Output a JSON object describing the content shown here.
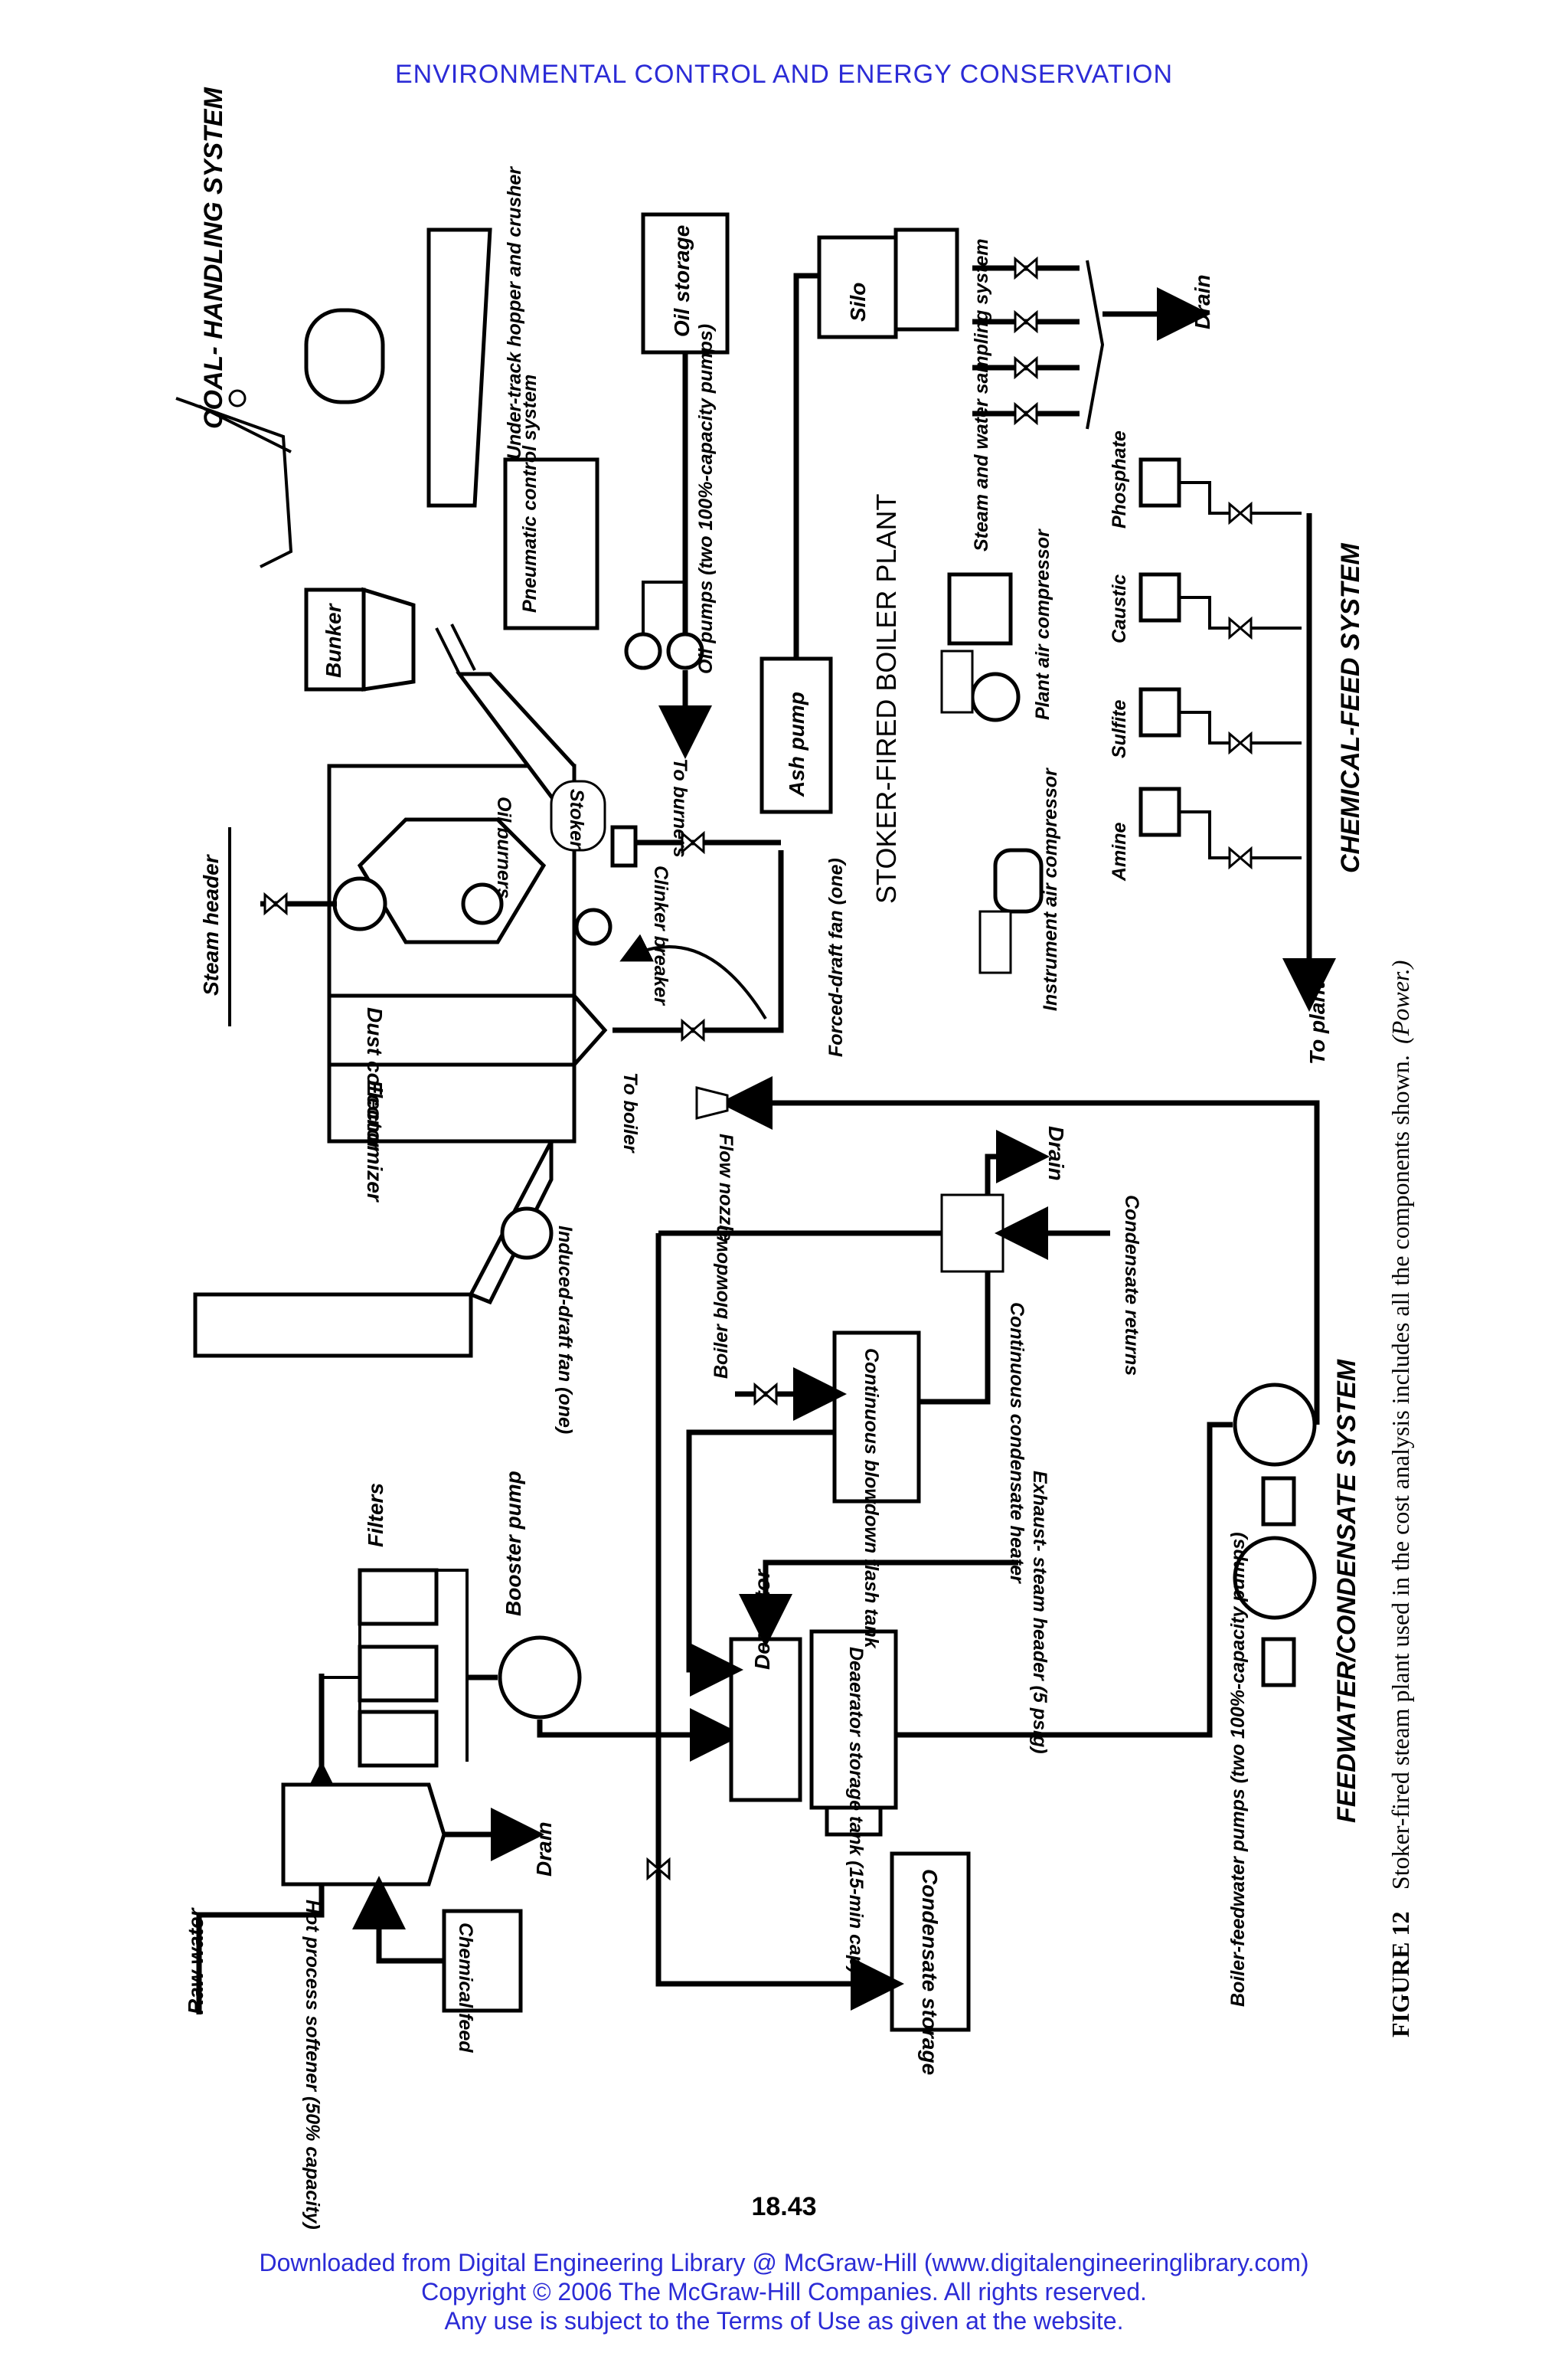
{
  "header": {
    "running_title": "ENVIRONMENTAL CONTROL AND ENERGY CONSERVATION"
  },
  "figure": {
    "label": "FIGURE 12",
    "caption_text": "Stoker-fired steam plant used in the cost analysis includes all the components shown.",
    "caption_source": "(Power.)",
    "sections": {
      "coal_handling": "COAL- HANDLING SYSTEM",
      "stoker_plant": "STOKER-FIRED BOILER PLANT",
      "chemical_feed": "CHEMICAL-FEED SYSTEM",
      "feedwater": "FEEDWATER/CONDENSATE SYSTEM"
    },
    "labels": {
      "raw_water": "Raw water",
      "hot_process_softener": "Hot process softener (50% capacity)",
      "chemical_feed": "Chemical feed",
      "drain_softener": "Drain",
      "filters": "Filters",
      "booster_pump": "Booster pump",
      "deaerator": "Deaerator",
      "deaerator_storage": "Deaerator storage tank (15-min cap)",
      "condensate_storage": "Condensate storage",
      "boiler_feedwater_pumps": "Boiler-feedwater pumps (two 100%-capacity pumps)",
      "exhaust_steam_header": "Exhaust- steam header (5 psig)",
      "blowdown_tank": "Continuous blowdown flash tank",
      "boiler_blowdown": "Boiler blowdown",
      "condensate_heater": "Continuous condensate heater",
      "condensate_returns": "Condensate returns",
      "drain_condensate": "Drain",
      "flow_nozzle": "Flow nozzle",
      "to_boiler": "To boiler",
      "induced_draft_fan": "Induced-draft fan (one)",
      "economizer": "Economizer",
      "dust_collector": "Dust collector",
      "steam_header": "Steam header",
      "oil_burners": "Oil burners",
      "stoker": "Stoker",
      "clinker_breaker": "Clinker breaker",
      "forced_draft_fan": "Forced-draft fan (one)",
      "bunker": "Bunker",
      "ash_pump": "Ash pump",
      "to_burners": "To burners",
      "oil_pumps": "Oil pumps (two 100%-capacity pumps)",
      "oil_storage": "Oil storage",
      "pneumatic_control": "Pneumatic control system",
      "under_track_hopper": "Under-track hopper and crusher",
      "silo": "Silo",
      "steam_water_sampling": "Steam and water sampling system",
      "drain_sampling": "Drain",
      "plant_air_compressor": "Plant air compressor",
      "instrument_air_compressor": "Instrument air compressor",
      "amine": "Amine",
      "sulfite": "Sulfite",
      "caustic": "Caustic",
      "phosphate": "Phosphate",
      "to_plant": "To plant"
    }
  },
  "page_number": "18.43",
  "footer": {
    "line1": "Downloaded from Digital Engineering Library @ McGraw-Hill (www.digitalengineeringlibrary.com)",
    "line2": "Copyright © 2006 The McGraw-Hill Companies. All rights reserved.",
    "line3": "Any use is subject to the Terms of Use as given at the website."
  },
  "colors": {
    "link_blue": "#2b2bd6",
    "ink": "#000000",
    "paper": "#ffffff"
  }
}
